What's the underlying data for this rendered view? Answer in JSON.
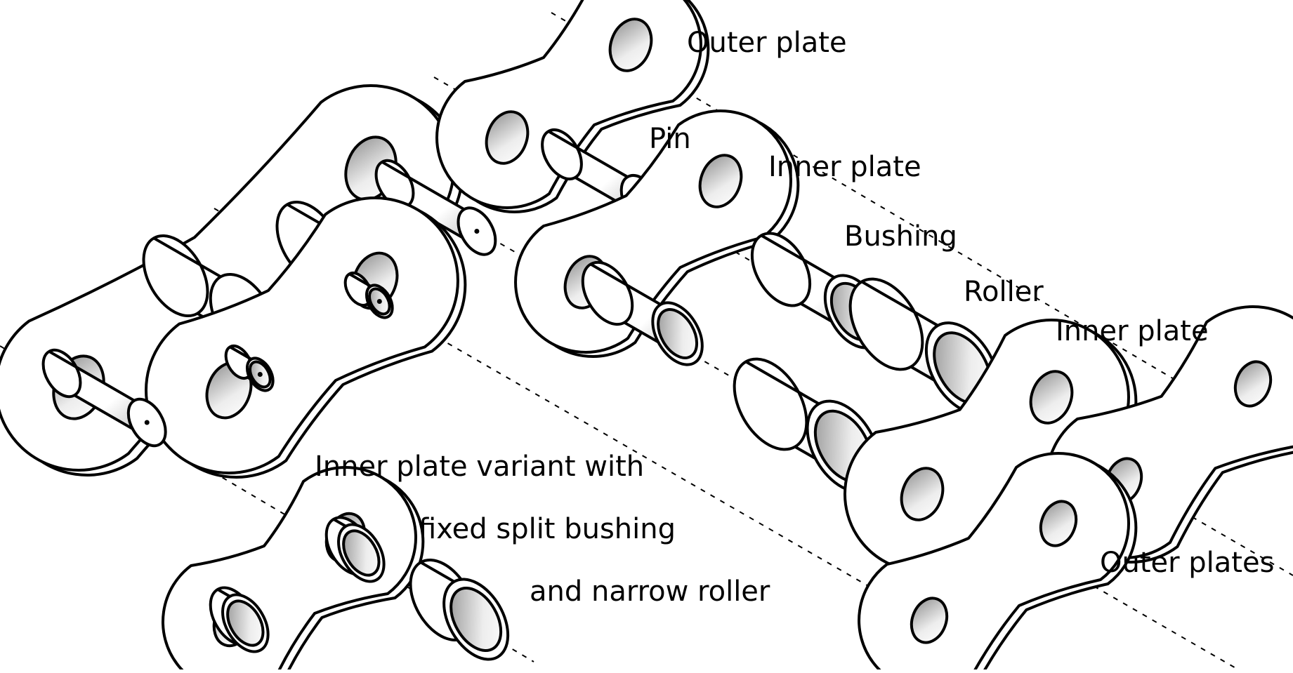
{
  "labels": {
    "outer_plate": "Outer plate",
    "pin": "Pin",
    "inner_plate_top": "Inner plate",
    "bushing": "Bushing",
    "roller": "Roller",
    "inner_plate_right": "Inner plate",
    "outer_plates": "Outer plates",
    "variant_line1": "Inner plate variant with",
    "variant_line2": "fixed split bushing",
    "variant_line3": "and narrow roller"
  },
  "colors": {
    "stroke": "#000000",
    "fill": "#ffffff",
    "shade": "#bdbdbd"
  }
}
